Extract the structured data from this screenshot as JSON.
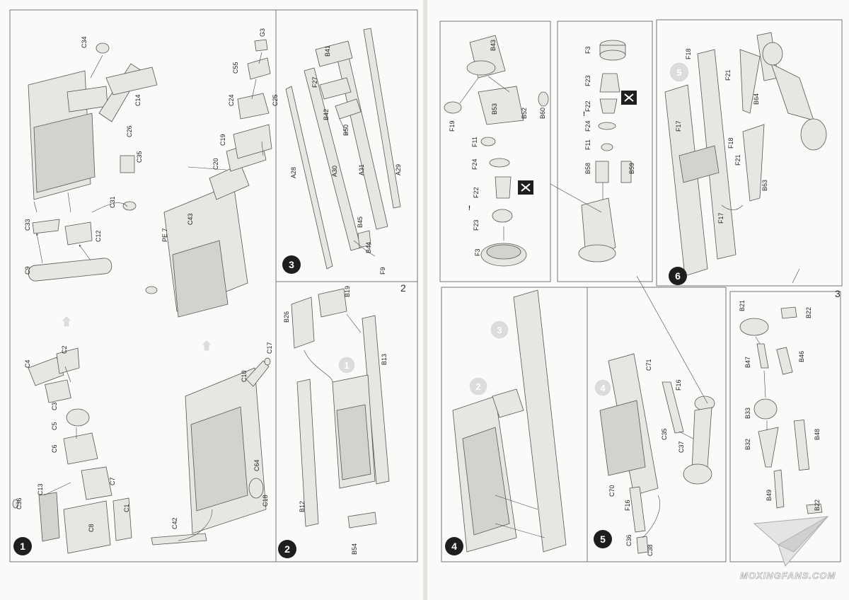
{
  "pages": [
    {
      "number": "2"
    },
    {
      "number": "3"
    }
  ],
  "steps": [
    {
      "id": "s1",
      "number": "1",
      "parts": [
        "C36",
        "C13",
        "C8",
        "C1",
        "C7",
        "C6",
        "C5",
        "C3",
        "C4",
        "C2",
        "C9",
        "C33",
        "C12",
        "C31",
        "C35",
        "C26",
        "C14",
        "C34",
        "C42",
        "C18",
        "C64",
        "C10",
        "C17",
        "PE 7",
        "C43",
        "C20",
        "C19",
        "C24",
        "C25",
        "C55",
        "G3"
      ]
    },
    {
      "id": "s2",
      "number": "2",
      "parts": [
        "B26",
        "B19",
        "B13",
        "B12",
        "B54"
      ],
      "refs": [
        "1"
      ]
    },
    {
      "id": "s3",
      "number": "3",
      "parts": [
        "B41",
        "F27",
        "B42",
        "B50",
        "A28",
        "A30",
        "A31",
        "A29",
        "B45",
        "B44",
        "F9"
      ]
    },
    {
      "id": "s3a",
      "parts": [
        "B43",
        "F19",
        "B53",
        "B52",
        "B60",
        "F11",
        "F24",
        "F22",
        "F23",
        "F3"
      ]
    },
    {
      "id": "s3b",
      "parts": [
        "F3",
        "F23",
        "F22",
        "F24",
        "F11",
        "B58",
        "B59"
      ]
    },
    {
      "id": "s4",
      "number": "4",
      "refs": [
        "2",
        "3"
      ]
    },
    {
      "id": "s5",
      "number": "5",
      "parts": [
        "C71",
        "F16",
        "C35",
        "C37",
        "C70",
        "F16",
        "C36",
        "C38"
      ],
      "refs": [
        "4"
      ]
    },
    {
      "id": "s6",
      "number": "6",
      "parts": [
        "F18",
        "F21",
        "B64",
        "F17",
        "F18",
        "F21",
        "B63",
        "F17"
      ],
      "refs": [
        "5"
      ]
    },
    {
      "id": "s7",
      "parts": [
        "B21",
        "B22",
        "B47",
        "B46",
        "B33",
        "B32",
        "B48",
        "B49",
        "B22"
      ]
    }
  ],
  "watermark": "MOXINGFANS.COM",
  "icons": {
    "caution": "exclamation-icon",
    "no_glue": "no-glue-icon",
    "arrow_up": "assembly-arrow-icon"
  }
}
